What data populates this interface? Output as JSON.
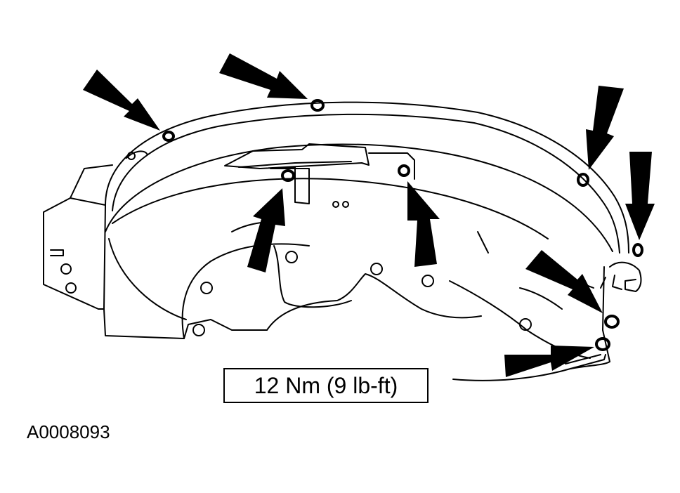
{
  "labels": {
    "torque_spec": "12 Nm (9 lb-ft)",
    "figure_id": "A0008093"
  },
  "colors": {
    "line": "#000000",
    "background": "#ffffff"
  },
  "callout_arrow_count": 8
}
